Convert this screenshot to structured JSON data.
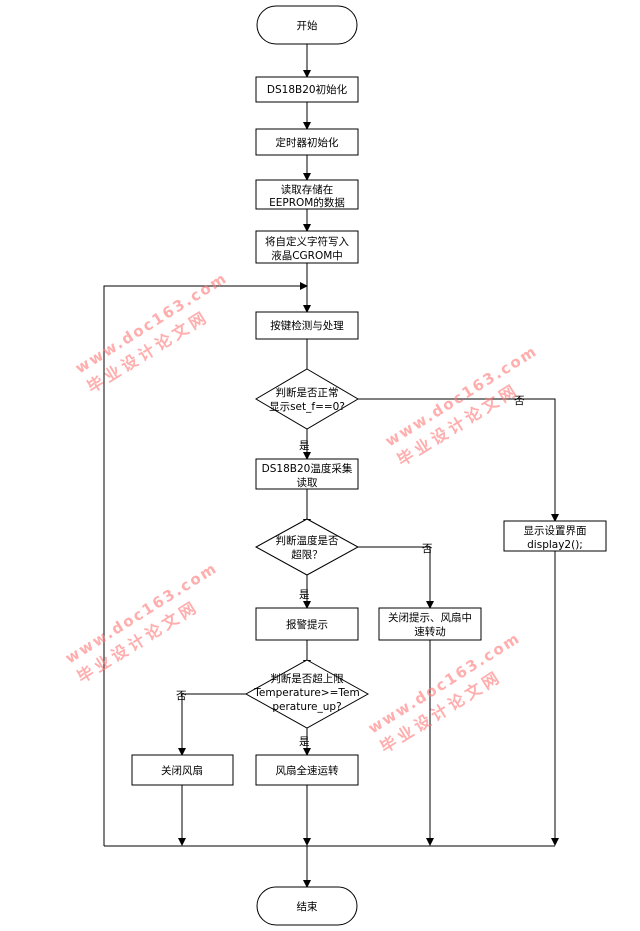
{
  "nodes": {
    "start": "开始",
    "init_ds18b20": "DS18B20初始化",
    "init_timer": "定时器初始化",
    "read_eeprom": [
      "读取存储在",
      "EEPROM的数据"
    ],
    "write_cgrom": [
      "将自定义字符写入",
      "液晶CGROM中"
    ],
    "key_scan": "按键检测与处理",
    "judge_normal": [
      "判断是否正常",
      "显示set_f==0?"
    ],
    "temp_sample": [
      "DS18B20温度采集",
      "读取"
    ],
    "judge_limit": [
      "判断温度是否",
      "超限？"
    ],
    "alarm": "报警提示",
    "judge_upper": [
      "判断是否超上限",
      "Temperature>=Tem",
      "perature_up?"
    ],
    "fan_off": "关闭风扇",
    "fan_full": "风扇全速运转",
    "close_alarm": [
      "关闭提示、风扇中",
      "速转动"
    ],
    "show_settings": [
      "显示设置界面",
      "display2();"
    ],
    "end": "结束"
  },
  "edge_labels": {
    "yes": "是",
    "no": "否"
  },
  "watermark": {
    "url": "www.doc163.com",
    "cn": "毕业设计论文网",
    "color": "#ff7878"
  }
}
